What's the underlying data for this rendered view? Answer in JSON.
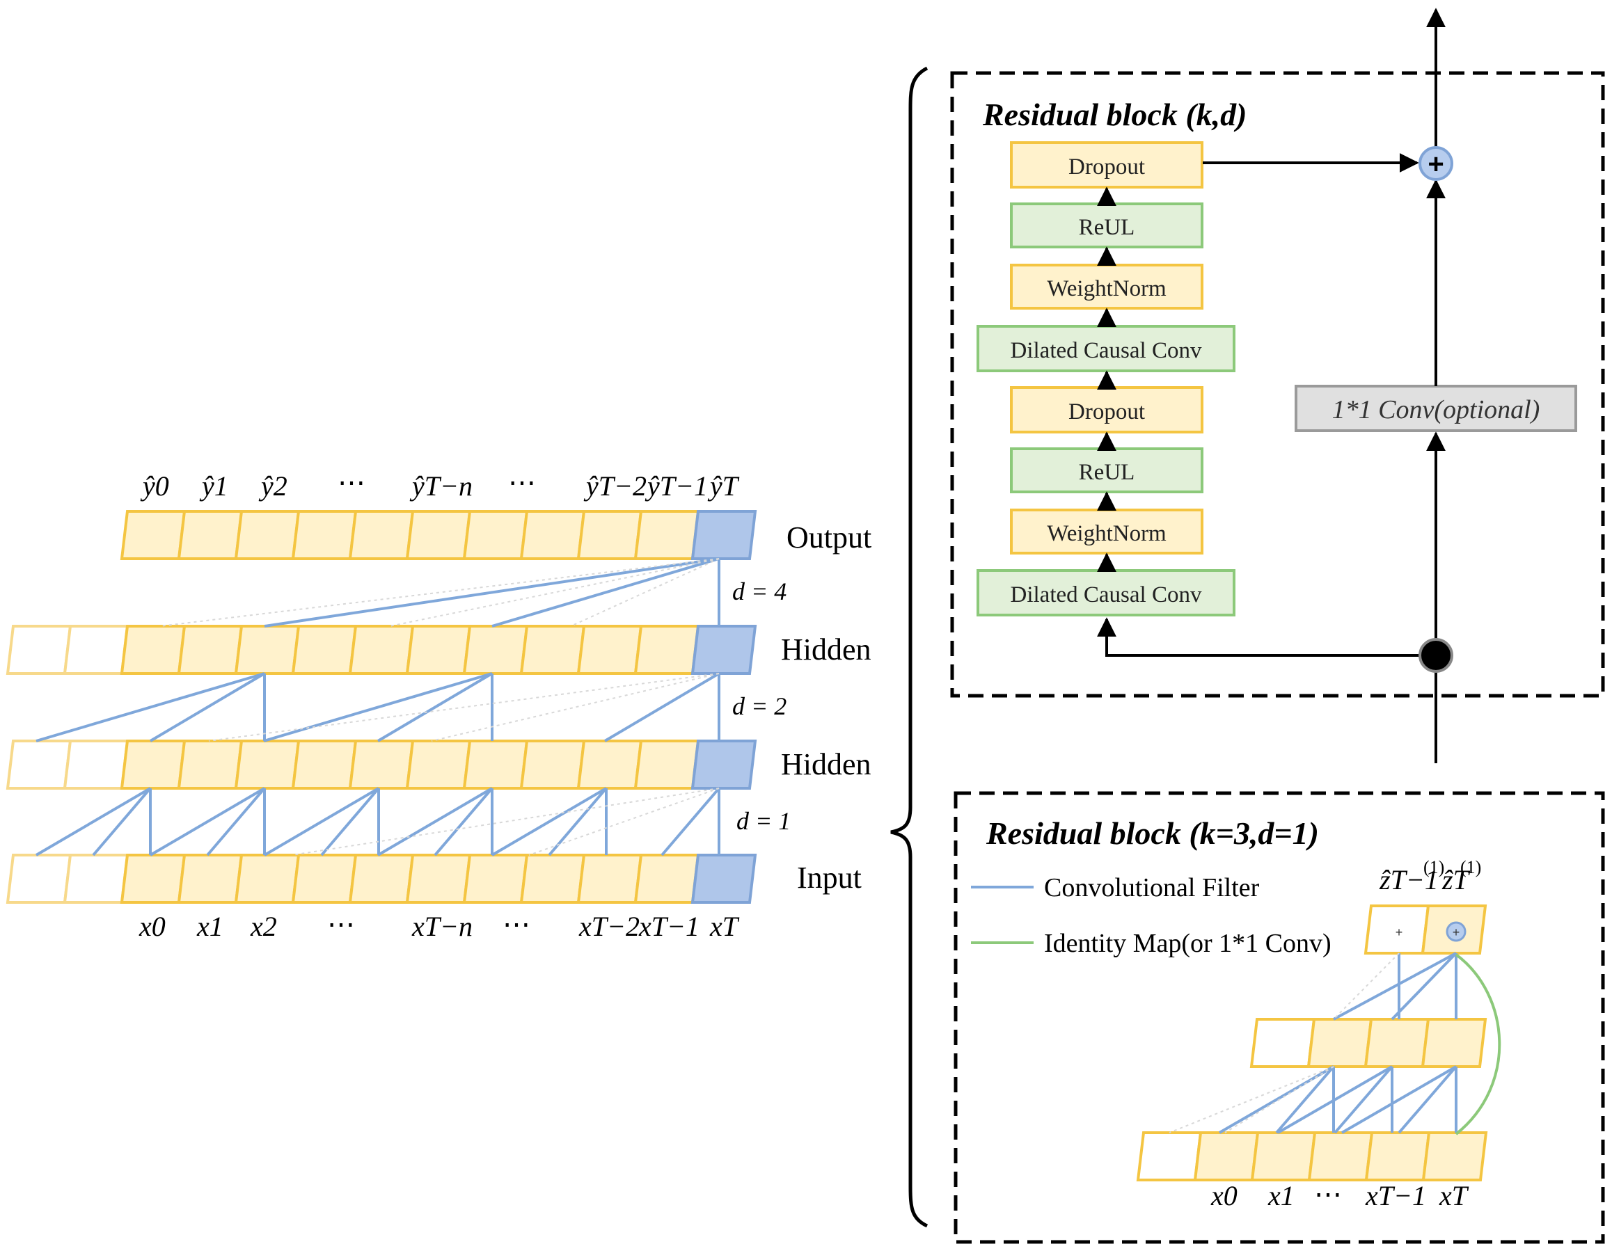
{
  "colors": {
    "cell_fill": "#FFF2CC",
    "cell_stroke": "#F4C542",
    "end_fill": "#AFC6EA",
    "end_stroke": "#7FA3D6",
    "filter": "#7FA7DA",
    "identity": "#8CC97A",
    "green_fill": "#E2F0D9",
    "green_stroke": "#8CC97A",
    "gray_fill": "#E0E0E0",
    "gray_stroke": "#9A9A9A",
    "plus_fill": "#B7CDEE"
  },
  "tcn": {
    "output_labels": {
      "y0": "ŷ0",
      "y1": "ŷ1",
      "y2": "ŷ2",
      "dots1": "⋯",
      "yTn": "ŷT−n",
      "dots2": "⋯",
      "yT2": "ŷT−2",
      "yT1": "ŷT−1",
      "yT": "ŷT"
    },
    "input_labels": {
      "x0": "x0",
      "x1": "x1",
      "x2": "x2",
      "dots1": "⋯",
      "xTn": "xT−n",
      "dots2": "⋯",
      "xT2": "xT−2",
      "xT1": "xT−1",
      "xT": "xT"
    },
    "layer_labels": {
      "output": "Output",
      "hidden1": "Hidden",
      "hidden2": "Hidden",
      "input": "Input"
    },
    "dilations": {
      "d4": "d = 4",
      "d2": "d = 2",
      "d1": "d = 1"
    }
  },
  "residual_block": {
    "title": "Residual block (k,d)",
    "layers": {
      "dropout_top": "Dropout",
      "relu_top": "ReUL",
      "weightnorm_top": "WeightNorm",
      "dilated_top": "Dilated Causal Conv",
      "dropout_bottom": "Dropout",
      "relu_bottom": "ReUL",
      "weightnorm_bottom": "WeightNorm",
      "dilated_bottom": "Dilated Causal Conv"
    },
    "conv_optional": "1*1 Conv(optional)",
    "plus": "+"
  },
  "example_block": {
    "title": "Residual block (k=3,d=1)",
    "legend": {
      "filter": "Convolutional Filter",
      "identity": "Identity Map(or 1*1 Conv)"
    },
    "z_labels": {
      "zT1": "ẑT−1",
      "zT1_sup": "(1)",
      "zT": "ẑT",
      "zT_sup": "(1)"
    },
    "x_labels": {
      "x0": "x0",
      "x1": "x1",
      "dots": "⋯",
      "xT1": "xT−1",
      "xT": "xT"
    },
    "plus_small": "+"
  }
}
